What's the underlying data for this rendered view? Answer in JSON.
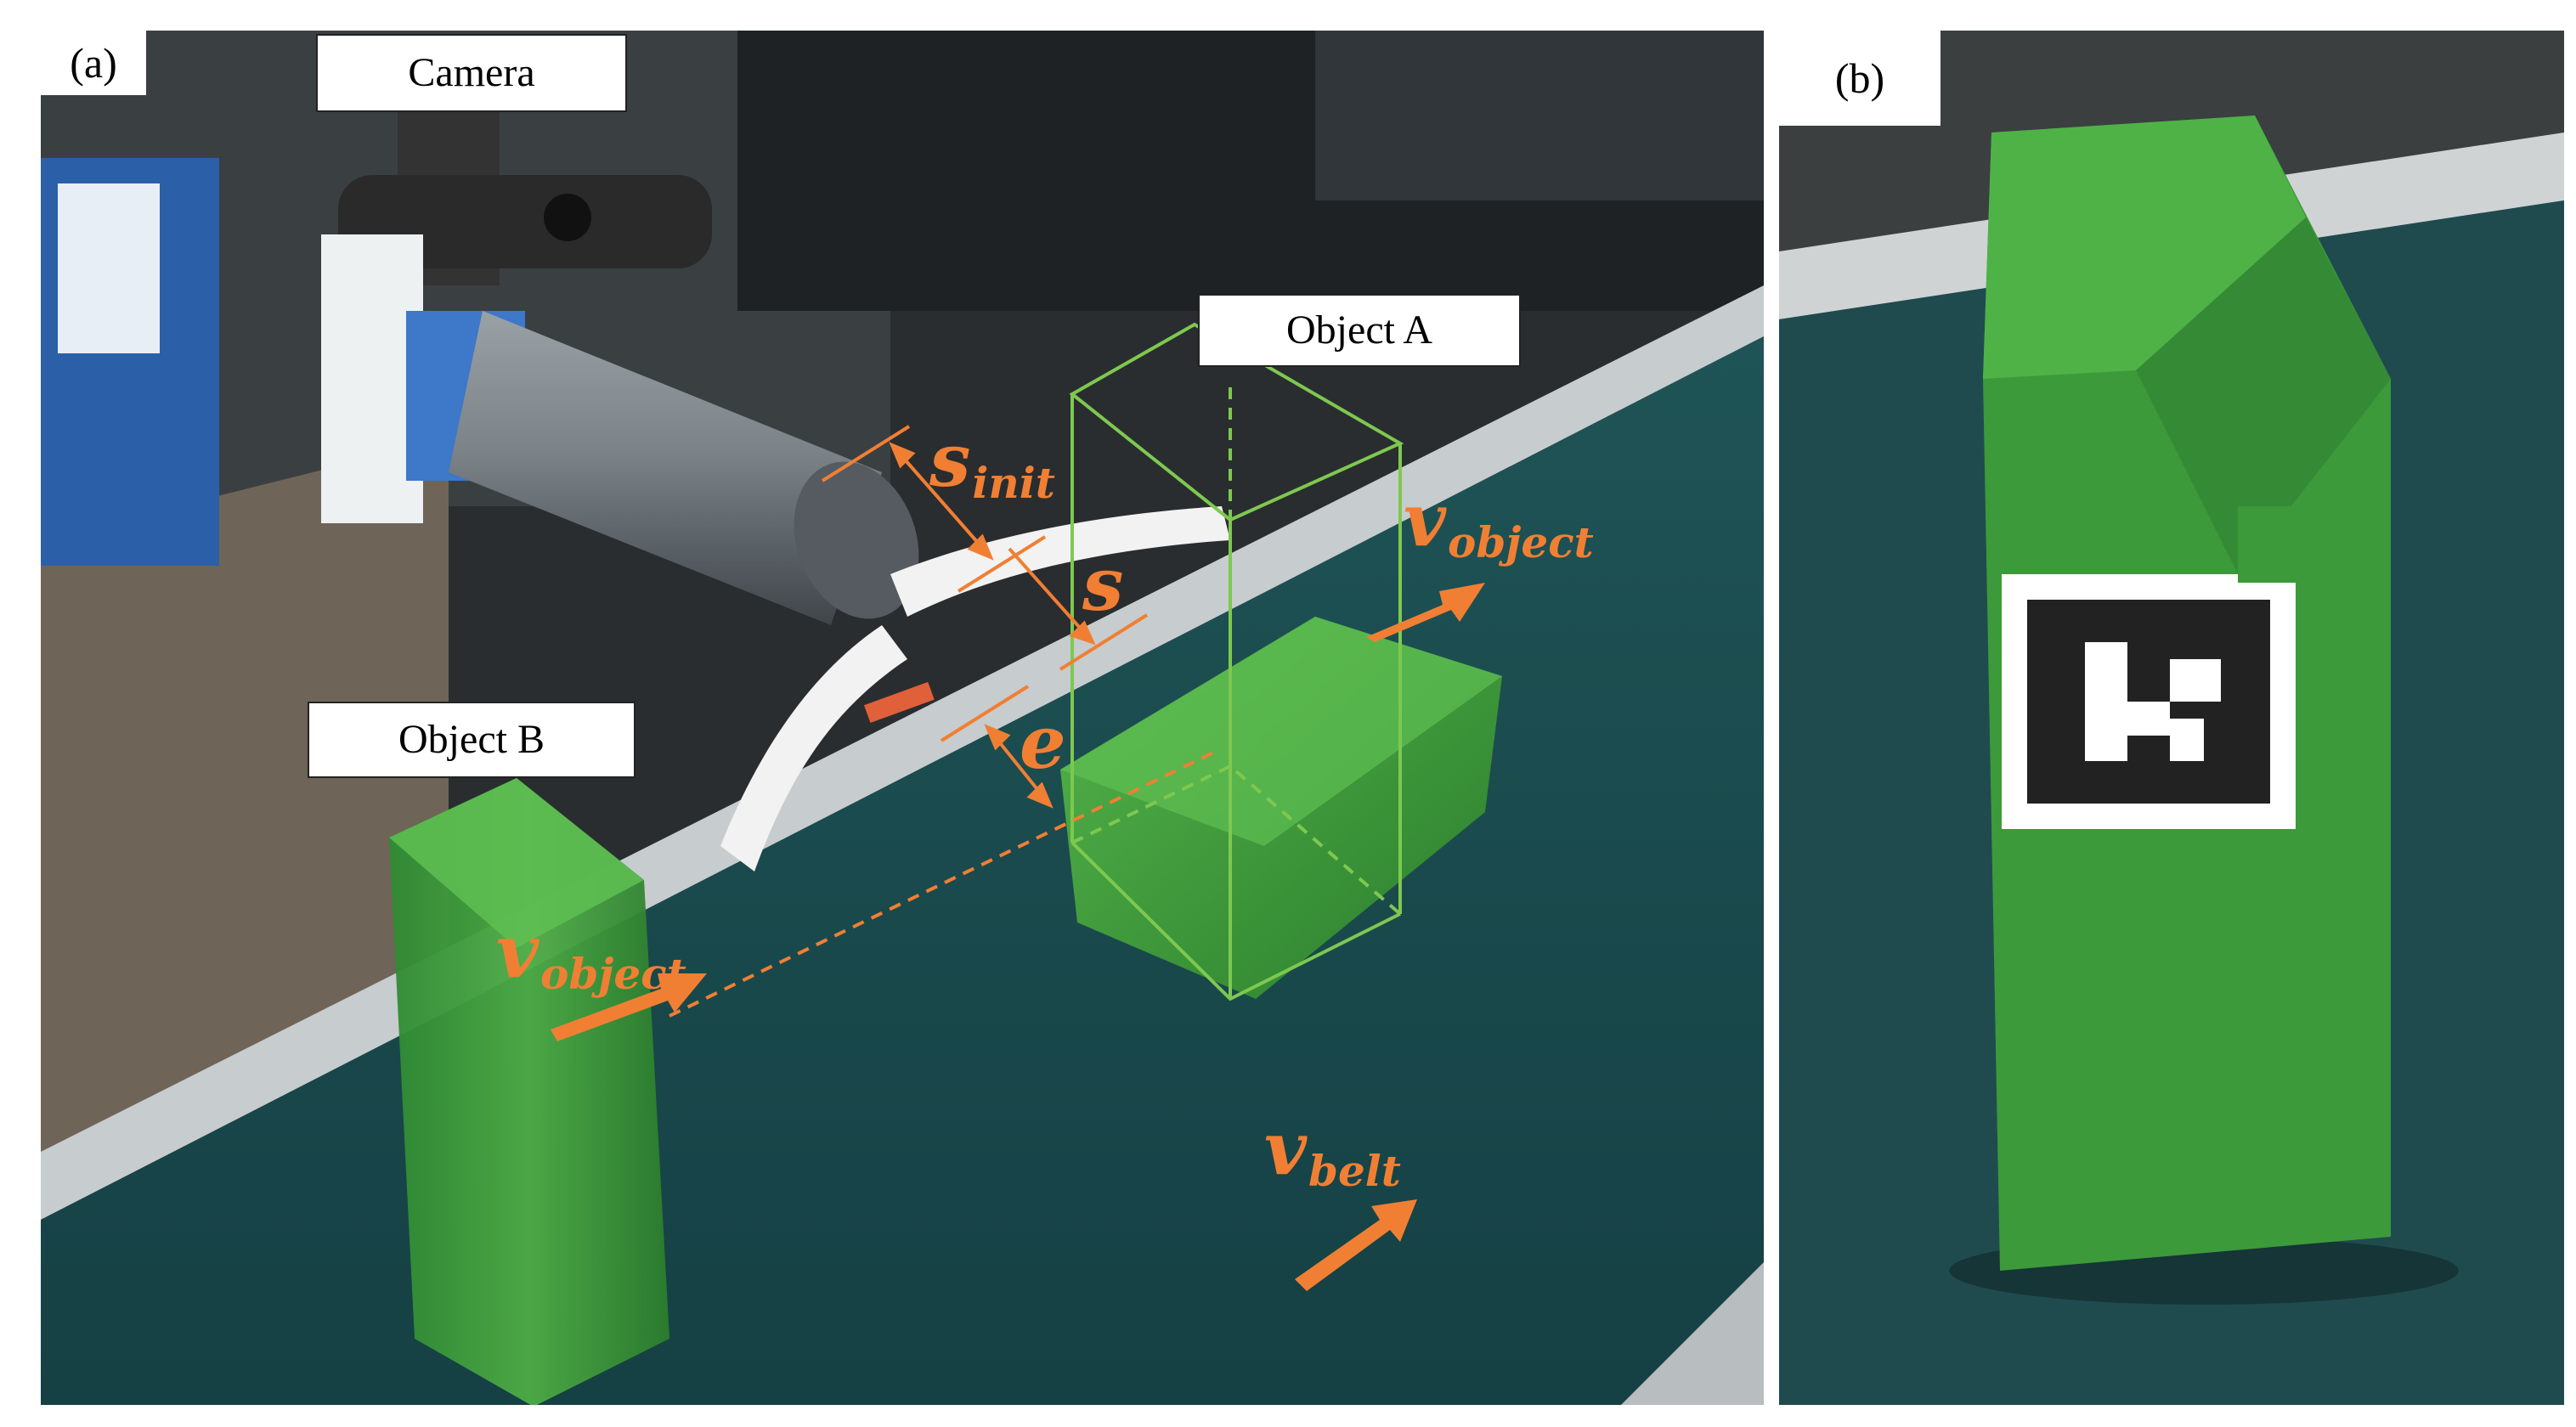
{
  "panel_a": {
    "letter": "(a)",
    "labels": {
      "camera": "Camera",
      "object_a": "Object A",
      "object_b": "Object B"
    },
    "symbols": {
      "s_init": {
        "main": "s",
        "sub": "init"
      },
      "s": {
        "main": "s"
      },
      "e": {
        "main": "e"
      },
      "v_object_a": {
        "main": "v",
        "sub": "object"
      },
      "v_object_b": {
        "main": "v",
        "sub": "object"
      },
      "v_belt": {
        "main": "v",
        "sub": "belt"
      }
    }
  },
  "panel_b": {
    "letter": "(b)"
  },
  "colors": {
    "annotation": "#f07f34",
    "bbox_line": "#7ec850",
    "object_green": "#3c9a3a",
    "belt": "#1e4a4c"
  }
}
